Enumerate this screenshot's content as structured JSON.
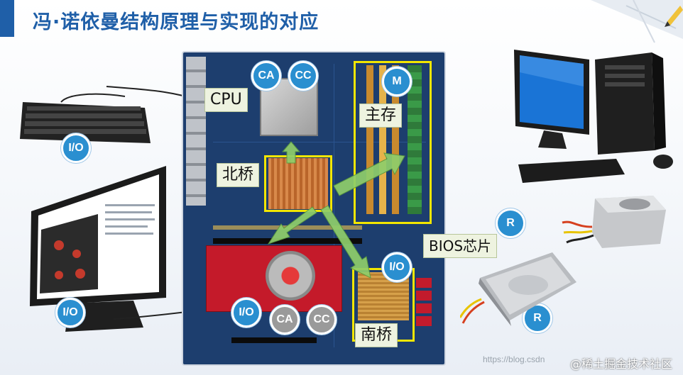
{
  "title": "冯·诺依曼结构原理与实现的对应",
  "labels": {
    "cpu": "CPU",
    "north_bridge": "北桥",
    "main_memory": "主存",
    "bios_chip": "BIOS芯片",
    "south_bridge": "南桥"
  },
  "badges": {
    "ca_top": "CA",
    "cc_top": "CC",
    "m": "M",
    "io_keyboard": "I/O",
    "io_monitor": "I/O",
    "io_south": "I/O",
    "io_gpu": "I/O",
    "ca_bottom": "CA",
    "cc_bottom": "CC",
    "r_bios": "R",
    "r_hdd": "R"
  },
  "watermark": {
    "url": "https://blog.csdn",
    "site": "@稀土掘金技术社区"
  },
  "colors": {
    "title": "#1f5fa8",
    "highlight": "#f2e600",
    "badge_blue": "#2a8fd0",
    "badge_gray": "#9a9a9a",
    "arrow_green": "#8fce6b",
    "board": "#1d3e6e"
  }
}
